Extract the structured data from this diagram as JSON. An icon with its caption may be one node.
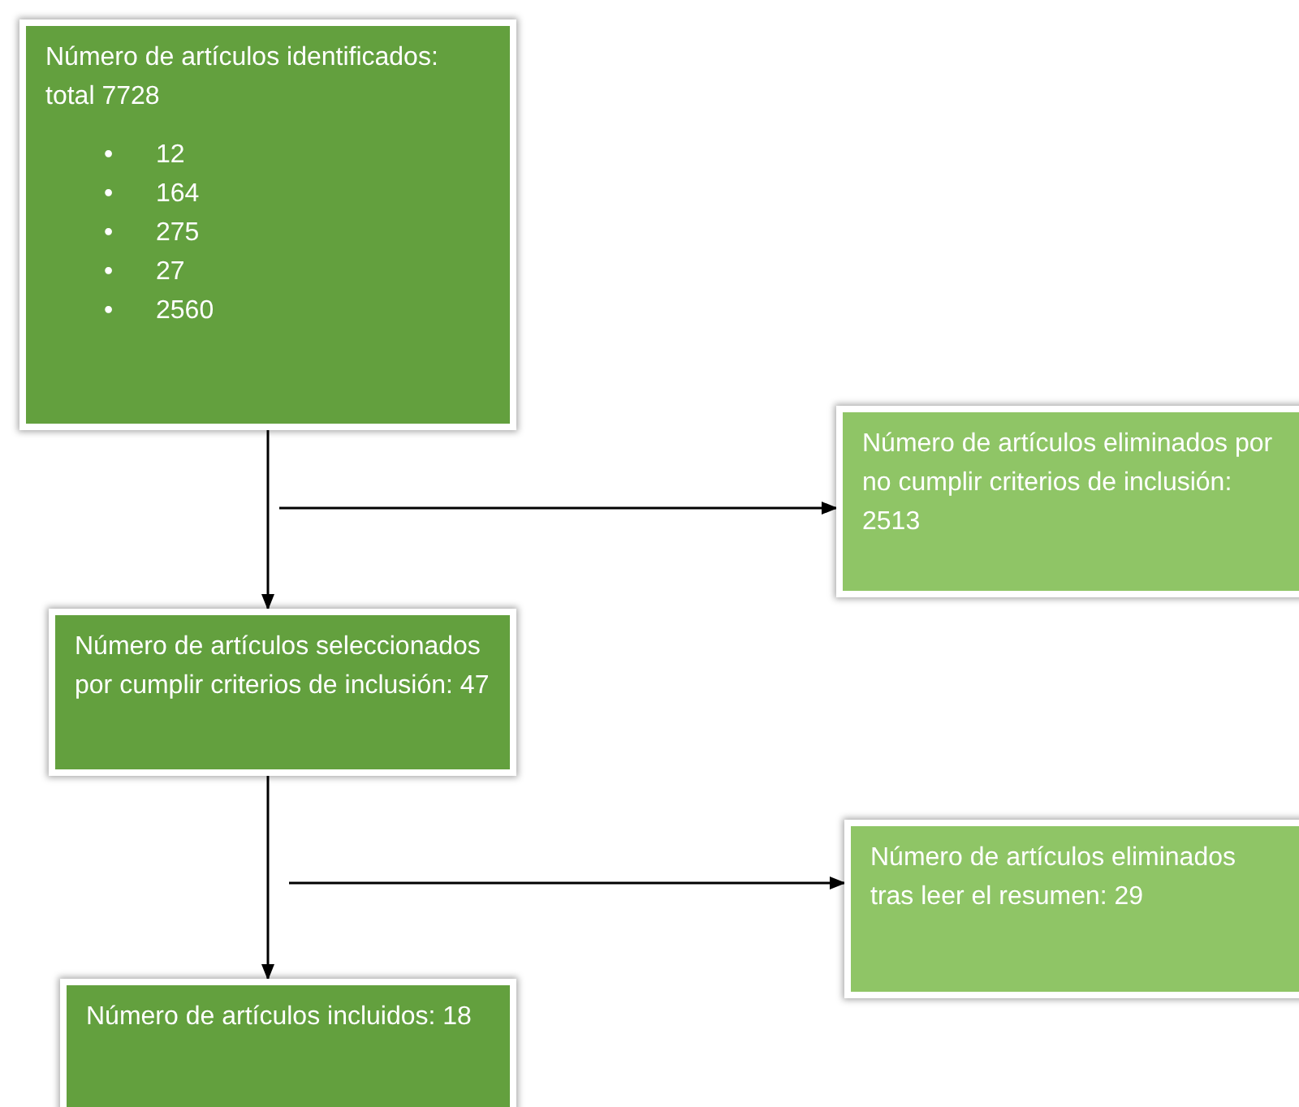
{
  "diagram": {
    "nodes": [
      {
        "text": [
          "Número de artículos identificados: total 7728",
          "•",
          "12",
          "•",
          "164",
          "•",
          "275",
          "•",
          "27",
          "•",
          "2560"
        ]
      },
      {
        "text": [
          "Número de artículos eliminados por no cumplir criterios de inclusión: 2513"
        ]
      },
      {
        "text": [
          "Número de artículos seleccionados por cumplir criterios de inclusión: 47"
        ]
      },
      {
        "text": [
          "Número de artículos eliminados tras leer el resumen: 29"
        ]
      },
      {
        "text": [
          "Número de artículos incluidos: 18"
        ]
      }
    ],
    "edges": [
      {
        "from": 0,
        "to": 2,
        "arrow": "to"
      },
      {
        "from": null,
        "to": 1,
        "arrow": "to"
      },
      {
        "from": 2,
        "to": 4,
        "arrow": "to"
      },
      {
        "from": null,
        "to": 3,
        "arrow": "to"
      }
    ]
  }
}
